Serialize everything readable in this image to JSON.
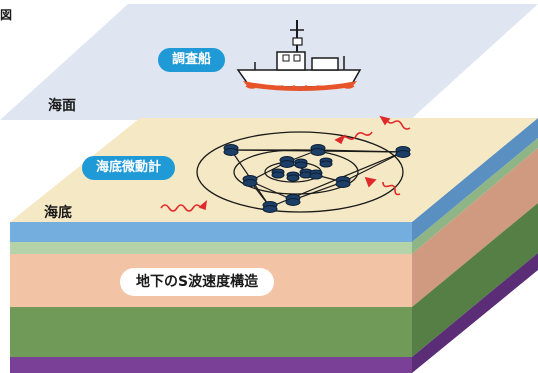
{
  "corner_label": "図",
  "labels": {
    "survey_ship": "調査船",
    "sea_surface": "海面",
    "seafloor_seismometer": "海底微動計",
    "seafloor": "海底",
    "s_wave_structure": "地下のS波速度構造"
  },
  "colors": {
    "sea_surface": "#dfe6f2",
    "seafloor_top": "#f5e8c5",
    "layer_blue": "#74aede",
    "layer_light_green": "#b4d3a8",
    "layer_salmon": "#f3c3a6",
    "layer_green": "#6f9a58",
    "layer_purple": "#7a3f97",
    "pill_blue": "#1f9ad6",
    "wave_red": "#e02a2a"
  },
  "icons": [
    "ship-icon",
    "seismometer-icon",
    "seismic-wave-icon"
  ]
}
